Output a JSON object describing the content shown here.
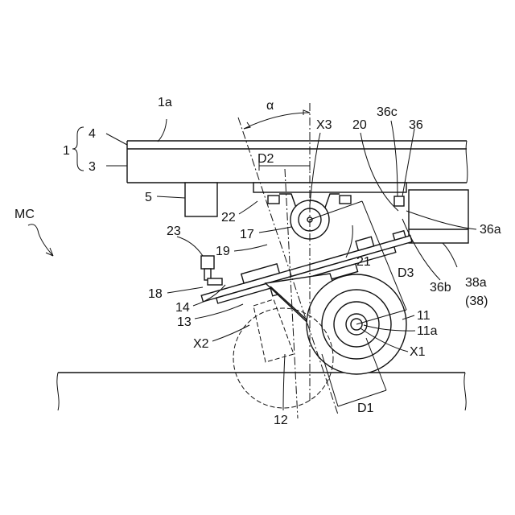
{
  "figure": {
    "labels": {
      "l_1a": "1a",
      "l_alpha": "α",
      "l_x3": "X3",
      "l_20": "20",
      "l_36c": "36c",
      "l_36": "36",
      "l_1": "1",
      "l_4": "4",
      "l_3": "3",
      "l_d2": "D2",
      "l_5": "5",
      "l_22": "22",
      "l_mc": "MC",
      "l_36a": "36a",
      "l_23": "23",
      "l_17": "17",
      "l_19": "19",
      "l_21": "21",
      "l_d3": "D3",
      "l_18": "18",
      "l_14": "14",
      "l_13": "13",
      "l_36b": "36b",
      "l_38a": "38a",
      "l_38": "(38)",
      "l_11": "11",
      "l_11a": "11a",
      "l_x2": "X2",
      "l_x1": "X1",
      "l_12": "12",
      "l_d1": "D1"
    }
  }
}
